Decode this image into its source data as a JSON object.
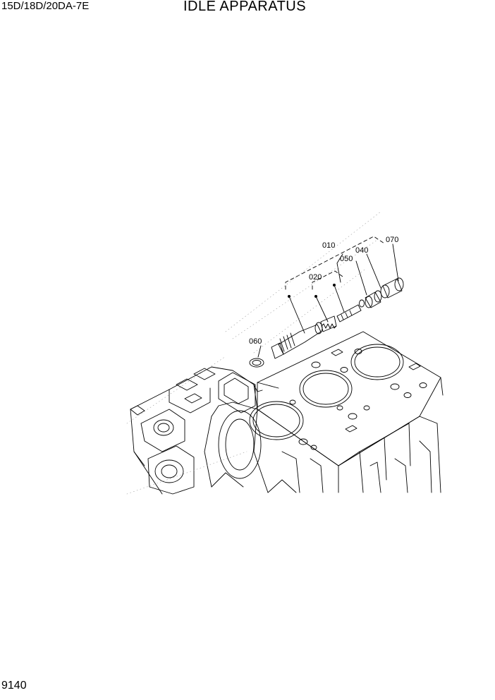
{
  "header": {
    "model": "15D/18D/20DA-7E",
    "title": "IDLE APPARATUS"
  },
  "footer": {
    "page_number": "9140"
  },
  "callouts": [
    {
      "id": "010",
      "label": "010"
    },
    {
      "id": "020",
      "label": "020"
    },
    {
      "id": "040",
      "label": "040"
    },
    {
      "id": "050",
      "label": "050"
    },
    {
      "id": "060",
      "label": "060"
    },
    {
      "id": "070",
      "label": "070"
    }
  ]
}
